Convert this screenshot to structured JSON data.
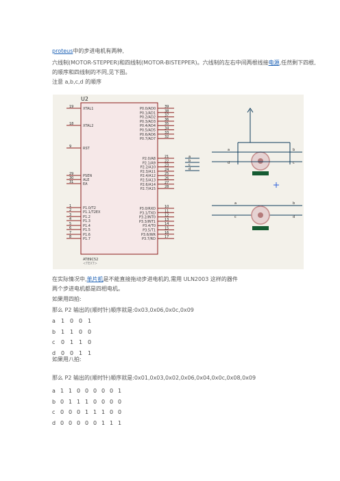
{
  "intro": {
    "line1_link": "proteus",
    "line1_rest": "中的步进电机有两种,",
    "line2_a": "六线制(MOTOR-STEPPER)和四线制(MOTOR-BISTEPPER)。六线制的左右中间两根线接",
    "line2_link": "电源",
    "line2_b": ",任然剩下四根,",
    "line3": "的顺序和四线制的不同,见下图。",
    "line4": "注意 a,b,c,d 的顺序"
  },
  "schematic": {
    "chip_ref": "U2",
    "chip_part": "AT89C52",
    "chip_text": "<TEXT>",
    "left_pins": [
      {
        "num": "19",
        "name": "XTAL1"
      },
      {
        "num": "18",
        "name": "XTAL2"
      },
      {
        "num": "9",
        "name": "RST"
      },
      {
        "num": "29",
        "name": "PSEN"
      },
      {
        "num": "30",
        "name": "ALE"
      },
      {
        "num": "31",
        "name": "EA"
      },
      {
        "num": "1",
        "name": "P1.0/T2"
      },
      {
        "num": "2",
        "name": "P1.1/T2EX"
      },
      {
        "num": "3",
        "name": "P1.2"
      },
      {
        "num": "4",
        "name": "P1.3"
      },
      {
        "num": "5",
        "name": "P1.4"
      },
      {
        "num": "6",
        "name": "P1.5"
      },
      {
        "num": "7",
        "name": "P1.6"
      },
      {
        "num": "8",
        "name": "P1.7"
      }
    ],
    "right_pins": [
      {
        "num": "39",
        "name": "P0.0/AD0"
      },
      {
        "num": "38",
        "name": "P0.1/AD1"
      },
      {
        "num": "37",
        "name": "P0.2/AD2"
      },
      {
        "num": "36",
        "name": "P0.3/AD3"
      },
      {
        "num": "35",
        "name": "P0.4/AD4"
      },
      {
        "num": "34",
        "name": "P0.5/AD5"
      },
      {
        "num": "33",
        "name": "P0.6/AD6"
      },
      {
        "num": "32",
        "name": "P0.7/AD7"
      },
      {
        "num": "21",
        "name": "P2.0/A8"
      },
      {
        "num": "22",
        "name": "P2.1/A9"
      },
      {
        "num": "23",
        "name": "P2.2/A10"
      },
      {
        "num": "24",
        "name": "P2.3/A11"
      },
      {
        "num": "25",
        "name": "P2.4/A12"
      },
      {
        "num": "26",
        "name": "P2.5/A13"
      },
      {
        "num": "27",
        "name": "P2.6/A14"
      },
      {
        "num": "28",
        "name": "P2.7/A15"
      },
      {
        "num": "10",
        "name": "P3.0/RXD"
      },
      {
        "num": "11",
        "name": "P3.1/TXD"
      },
      {
        "num": "12",
        "name": "P3.2/INT0"
      },
      {
        "num": "13",
        "name": "P3.3/INT1"
      },
      {
        "num": "14",
        "name": "P3.4/T0"
      },
      {
        "num": "15",
        "name": "P3.5/T1"
      },
      {
        "num": "16",
        "name": "P3.6/WR"
      },
      {
        "num": "17",
        "name": "P3.7/RD"
      }
    ],
    "net_labels": [
      "a",
      "b",
      "c",
      "d"
    ],
    "colors": {
      "background": "#f3f1ea",
      "chip_fill": "#f6e8e8",
      "chip_border": "#8b1a1a",
      "wire": "#0c3a5c",
      "motor_base": "#155b32",
      "motor_ring": "#c48a8a"
    }
  },
  "body": {
    "para1_a": "在实际情况中,",
    "para1_link": "单片机",
    "para1_b": "是不能直接拖动步进电机的,需用 ULN2003 这样的器件",
    "para2": "两个步进电机都是四相电机。",
    "four_beat_title": "如果用四拍:",
    "four_beat_seq": "那么 P2 输出的(顺时针)顺序就是:0x03,0x06,0x0c,0x09",
    "four_beat_rows": [
      [
        "a",
        "1",
        "0",
        "0",
        "1"
      ],
      [
        "b",
        "1",
        "1",
        "0",
        "0"
      ],
      [
        "c",
        "0",
        "1",
        "1",
        "0"
      ],
      [
        "d",
        "0",
        "0",
        "1",
        "1"
      ]
    ],
    "eight_beat_title": "如果用八拍:",
    "eight_beat_seq": "那么 P2 输出的(顺时针)顺序就是:0x01,0x03,0x02,0x06,0x04,0x0c,0x08,0x09",
    "eight_beat_rows": [
      [
        "a",
        "1",
        "1",
        "0",
        "0",
        "0",
        "0",
        "0",
        "1"
      ],
      [
        "b",
        "0",
        "1",
        "1",
        "1",
        "0",
        "0",
        "0",
        "0"
      ],
      [
        "c",
        "0",
        "0",
        "0",
        "1",
        "1",
        "1",
        "0",
        "0"
      ],
      [
        "d",
        "0",
        "0",
        "0",
        "0",
        "0",
        "1",
        "1",
        "1"
      ]
    ]
  }
}
